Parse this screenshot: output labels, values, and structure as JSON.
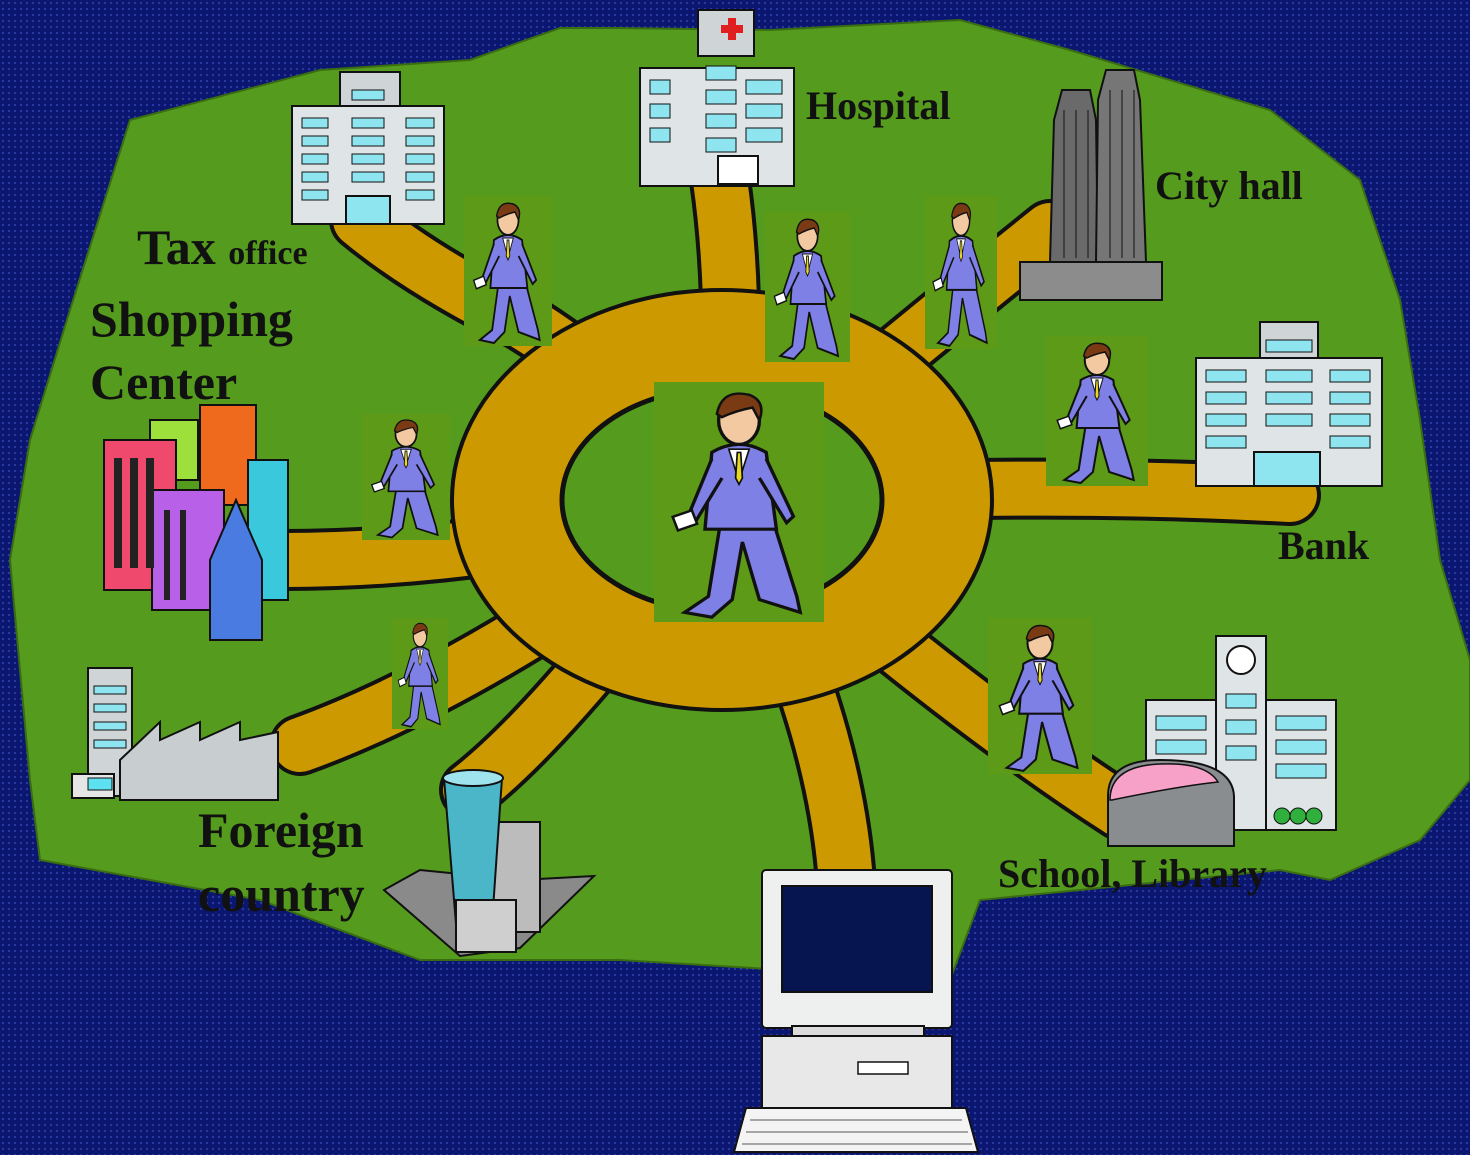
{
  "labels": {
    "hospital": "Hospital",
    "city_hall": "City hall",
    "tax": "Tax",
    "office": "office",
    "shopping_line1": "Shopping",
    "shopping_line2": "Center",
    "bank": "Bank",
    "foreign_line1": "Foreign",
    "foreign_line2": "country",
    "school_library": "School, Library"
  },
  "colors": {
    "background": "#0a1670",
    "land": "#559b1d",
    "road": "#cc9a00",
    "suit": "#7f80e6",
    "figure_backdrop": "#5c9a18"
  },
  "icons": [
    "hospital-building-icon",
    "city-hall-towers-icon",
    "office-building-icon",
    "shopping-center-icon",
    "bank-building-icon",
    "factory-icon",
    "skyscraper-icon",
    "school-library-icon",
    "desktop-computer-icon",
    "walking-businessman-icon"
  ]
}
